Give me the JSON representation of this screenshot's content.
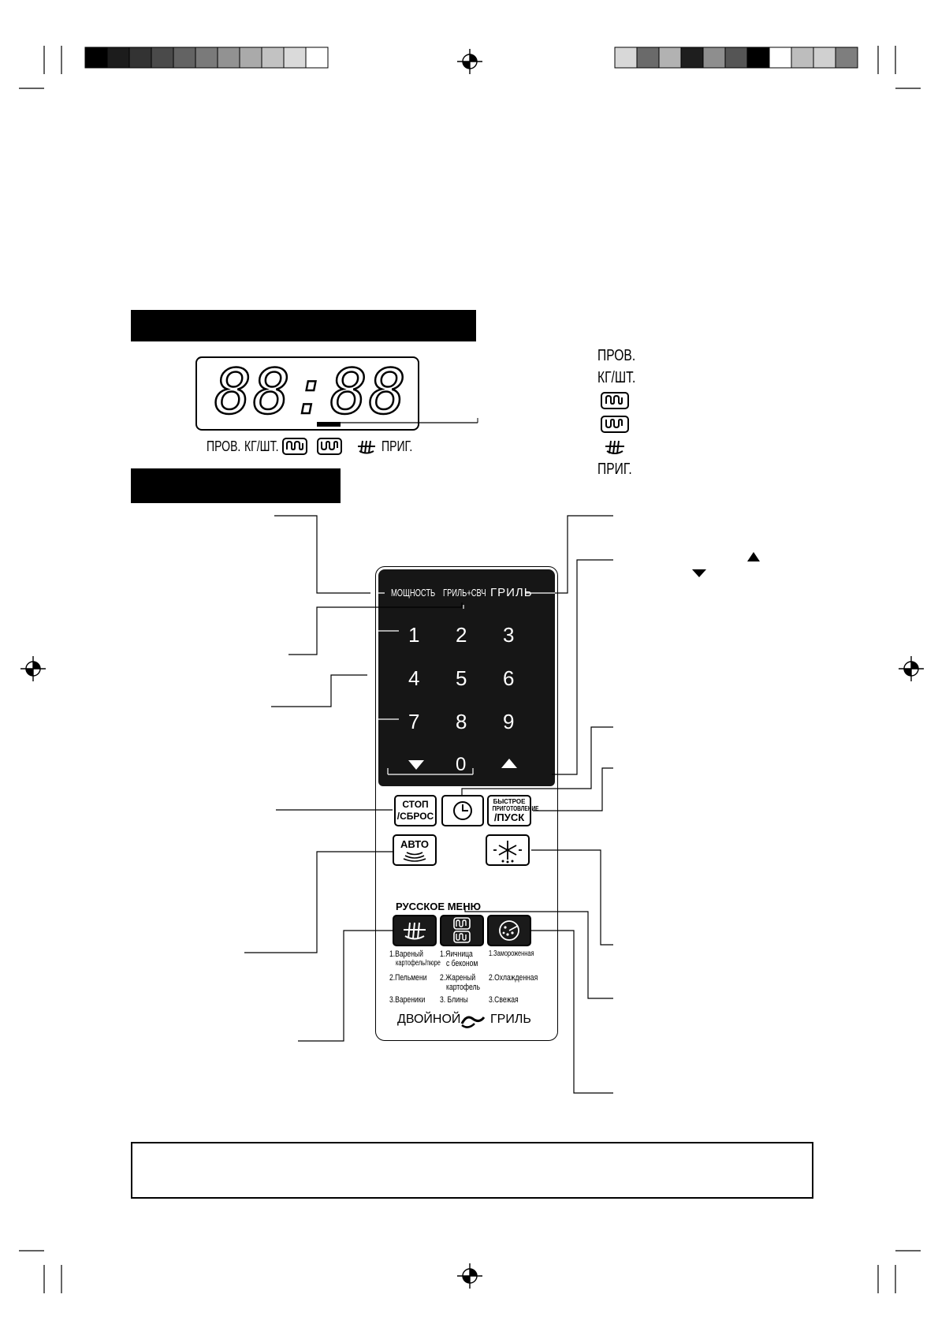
{
  "display": {
    "digits": "88:88",
    "indicators": [
      "ПРОВ.",
      "КГ/ШТ.",
      "ПРИГ."
    ]
  },
  "legend": {
    "items": [
      "ПРОВ.",
      "КГ/ШТ.",
      "ПРИГ."
    ]
  },
  "panel": {
    "modes": {
      "power": "МОЩНОСТЬ",
      "grill_mw": "ГРИЛЬ+СВЧ",
      "grill": "ГРИЛЬ"
    },
    "keys": [
      "1",
      "2",
      "3",
      "4",
      "5",
      "6",
      "7",
      "8",
      "9"
    ],
    "zero": "0",
    "stop_reset": {
      "line1": "СТОП",
      "line2": "/СБРОС"
    },
    "quick_start": {
      "line1": "БЫСТРОЕ",
      "line2": "ПРИГОТОВЛЕНИЕ",
      "line3": "/ПУСК"
    },
    "auto": "АВТО",
    "russian_menu": "РУССКОЕ МЕНЮ",
    "menu_col1": [
      "1.Вареный",
      "картофель/пюре",
      "2.Пельмени",
      "3.Вареники"
    ],
    "menu_col2": [
      "1.Яичница",
      "с беконом",
      "2.Жареный",
      "картофель",
      "3. Блины"
    ],
    "menu_col3": [
      "1.Замороженная",
      "2.Охлажденная",
      "3.Свежая"
    ],
    "brand_left": "ДВОЙНОЙ",
    "brand_right": "ГРИЛЬ"
  },
  "colors": {
    "panel_dark": "#161616",
    "ink": "#000000"
  }
}
